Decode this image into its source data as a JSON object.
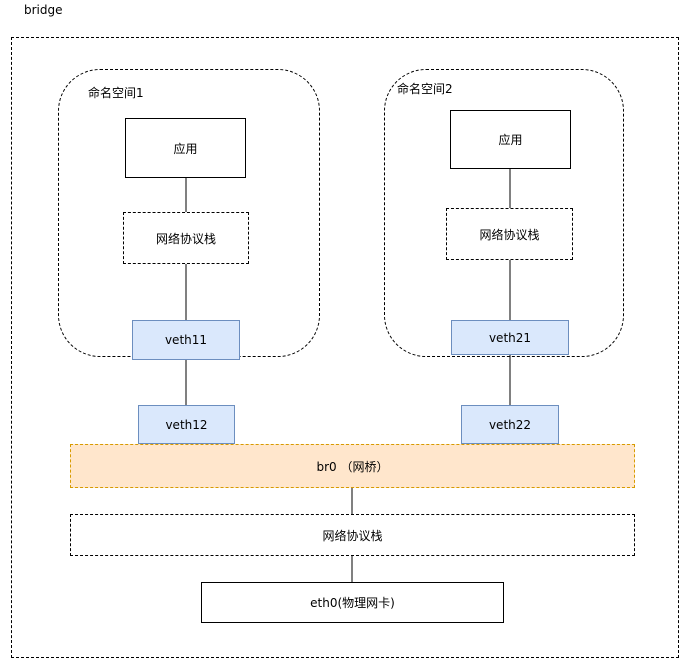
{
  "diagram": {
    "title": "bridge",
    "namespaces": [
      {
        "label": "命名空间1",
        "app": "应用",
        "stack": "网络协议栈",
        "veth_inner": "veth11",
        "veth_outer": "veth12"
      },
      {
        "label": "命名空间2",
        "app": "应用",
        "stack": "网络协议栈",
        "veth_inner": "veth21",
        "veth_outer": "veth22"
      }
    ],
    "bridge_label": "br0 （网桥）",
    "host_stack": "网络协议栈",
    "nic": "eth0(物理网卡)",
    "colors": {
      "veth_fill": "#dae8fc",
      "veth_stroke": "#6c8ebf",
      "bridge_fill": "#ffe6cc",
      "bridge_stroke": "#d79b00"
    }
  }
}
